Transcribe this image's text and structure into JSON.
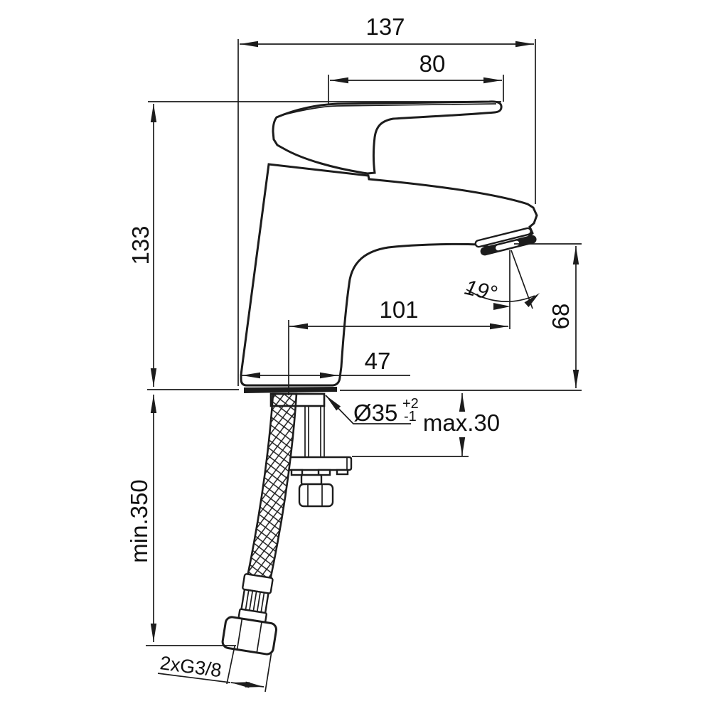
{
  "drawing_labels": {
    "overall_projection": "137",
    "handle_projection": "80",
    "height_above_deck": "133",
    "spout_reach": "101",
    "base_width": "47",
    "outlet_height": "68",
    "outlet_angle": "19°",
    "mounting_hole_diameter": "Ø35",
    "mounting_hole_tol_upper": "+2",
    "mounting_hole_tol_lower": "-1",
    "max_mounting_thickness": "max.30",
    "min_clearance_below": "min.350",
    "supply_connection": "2xG3/8"
  },
  "style": {
    "line_color": "#1c1c1c",
    "background": "#ffffff"
  }
}
